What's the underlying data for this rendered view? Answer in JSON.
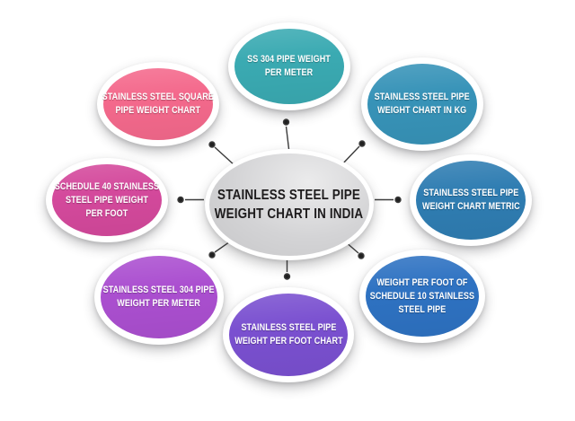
{
  "page": {
    "background": "#ffffff",
    "connector_line_color": "#3c3c3c",
    "connector_dot_color": "#222222"
  },
  "diagram": {
    "center": {
      "id": "center-hub",
      "lines": [
        "STAINLESS STEEL PIPE",
        "WEIGHT CHART IN INDIA"
      ],
      "full_label": "STAINLESS STEEL PIPE WEIGHT CHART IN INDIA",
      "color": "#d3d3d5",
      "text_color": "#1d1b1c"
    },
    "nodes": [
      {
        "id": "top",
        "lines": [
          "SS 304 PIPE WEIGHT",
          "PER METER"
        ],
        "full_label": "SS 304 PIPE WEIGHT PER METER",
        "color": "#3aaab2",
        "text_color": "#ffffff"
      },
      {
        "id": "top-right",
        "lines": [
          "STAINLESS STEEL PIPE",
          "WEIGHT CHART IN KG"
        ],
        "full_label": "STAINLESS STEEL PIPE WEIGHT CHART IN KG",
        "color": "#3793b8",
        "text_color": "#ffffff"
      },
      {
        "id": "right",
        "lines": [
          "STAINLESS STEEL PIPE",
          "WEIGHT CHART METRIC"
        ],
        "full_label": "STAINLESS STEEL PIPE WEIGHT CHART METRIC",
        "color": "#2f7db2",
        "text_color": "#ffffff"
      },
      {
        "id": "bottom-right",
        "lines": [
          "WEIGHT PER FOOT OF",
          "SCHEDULE 10 STAINLESS",
          "STEEL PIPE"
        ],
        "full_label": "WEIGHT PER FOOT OF SCHEDULE 10 STAINLESS STEEL PIPE",
        "color": "#2e72c2",
        "text_color": "#ffffff"
      },
      {
        "id": "bottom",
        "lines": [
          "STAINLESS STEEL PIPE",
          "WEIGHT PER FOOT CHART"
        ],
        "full_label": "STAINLESS STEEL PIPE WEIGHT PER FOOT CHART",
        "color": "#7a50d0",
        "text_color": "#ffffff"
      },
      {
        "id": "bottom-left",
        "lines": [
          "STAINLESS STEEL 304 PIPE",
          "WEIGHT PER METER"
        ],
        "full_label": "STAINLESS STEEL 304 PIPE WEIGHT PER METER",
        "color": "#ab4fd0",
        "text_color": "#ffffff"
      },
      {
        "id": "left",
        "lines": [
          "SCHEDULE 40 STAINLESS",
          "STEEL PIPE WEIGHT",
          "PER FOOT"
        ],
        "full_label": "SCHEDULE 40 STAINLESS STEEL PIPE WEIGHT PER FOOT",
        "color": "#d4499c",
        "text_color": "#ffffff"
      },
      {
        "id": "top-left",
        "lines": [
          "STAINLESS STEEL SQUARE",
          "PIPE WEIGHT CHART"
        ],
        "full_label": "STAINLESS STEEL SQUARE PIPE WEIGHT CHART",
        "color": "#f4698c",
        "text_color": "#ffffff"
      }
    ]
  }
}
